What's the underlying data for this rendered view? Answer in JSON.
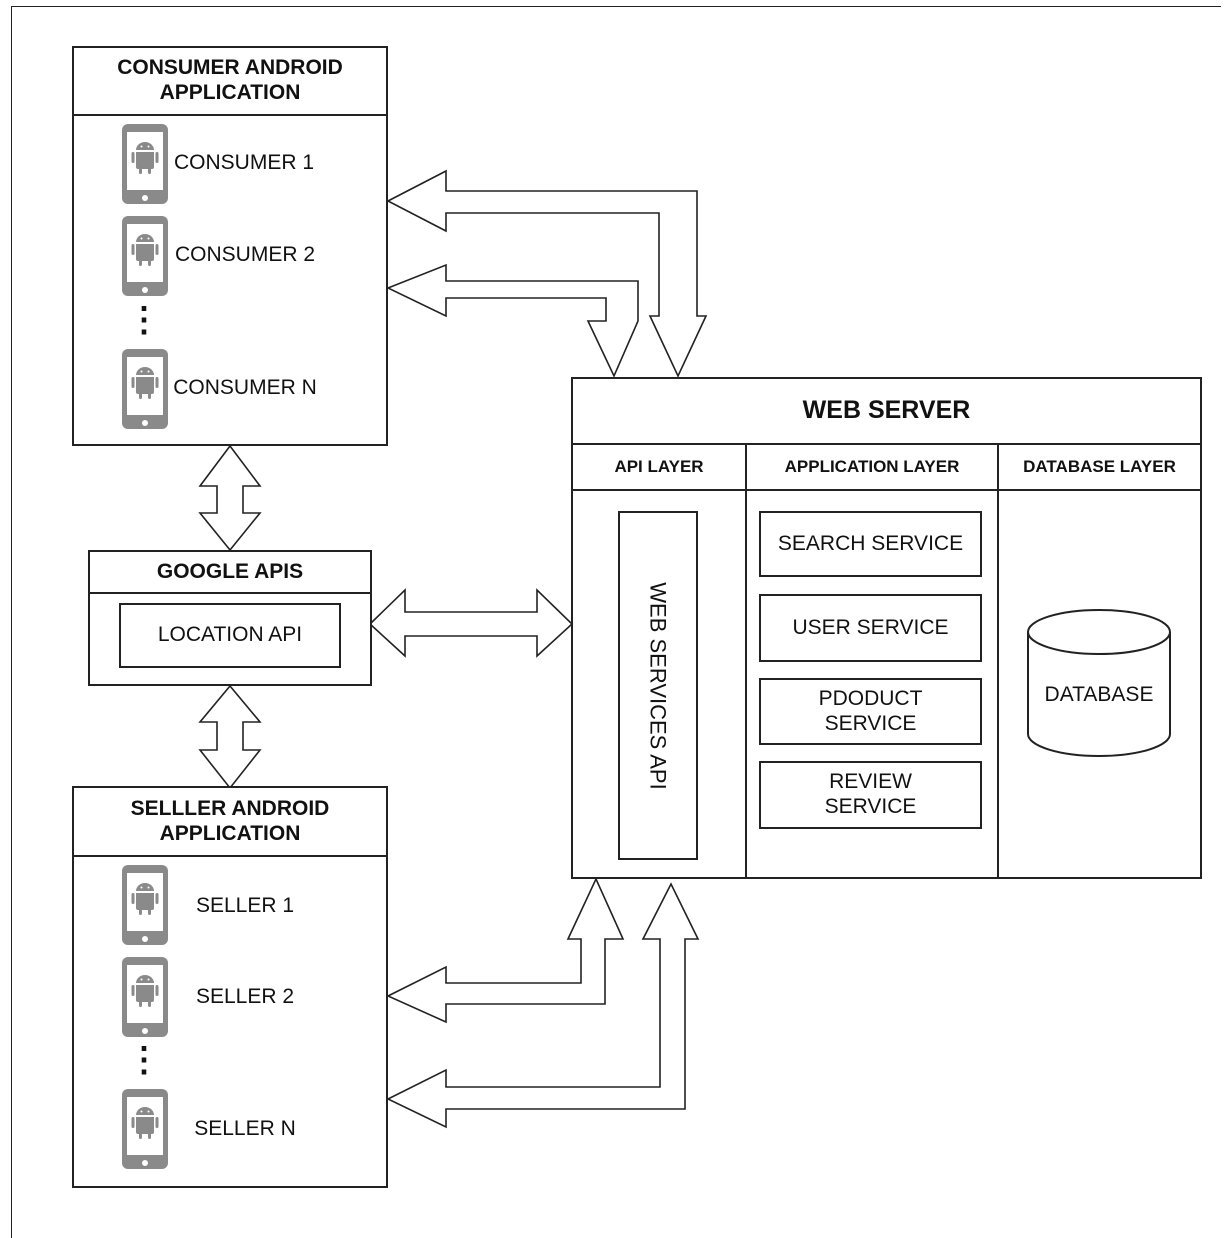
{
  "consumer_app": {
    "title": "CONSUMER ANDROID\nAPPLICATION",
    "devices": [
      "CONSUMER 1",
      "CONSUMER 2",
      "CONSUMER N"
    ],
    "ellipsis": "⋮"
  },
  "google_apis": {
    "title": "GOOGLE APIS",
    "location_api": "LOCATION API"
  },
  "seller_app": {
    "title": "SELLLER ANDROID\nAPPLICATION",
    "devices": [
      "SELLER 1",
      "SELLER 2",
      "SELLER N"
    ],
    "ellipsis": "⋮"
  },
  "web_server": {
    "title": "WEB SERVER",
    "api_layer": {
      "title": "API LAYER",
      "web_services_api": "WEB SERVICES API"
    },
    "application_layer": {
      "title": "APPLICATION LAYER",
      "services": [
        "SEARCH SERVICE",
        "USER SERVICE",
        "PDODUCT\nSERVICE",
        "REVIEW\nSERVICE"
      ]
    },
    "database_layer": {
      "title": "DATABASE LAYER",
      "database": "DATABASE"
    }
  },
  "icons": {
    "device": "android-phone-icon",
    "arrow_double": "double-arrow-icon",
    "arrow_elbow": "elbow-arrow-icon",
    "database": "database-cylinder-icon"
  },
  "colors": {
    "line": "#222222",
    "phone_gray": "#8a8a8a",
    "background": "#ffffff"
  }
}
